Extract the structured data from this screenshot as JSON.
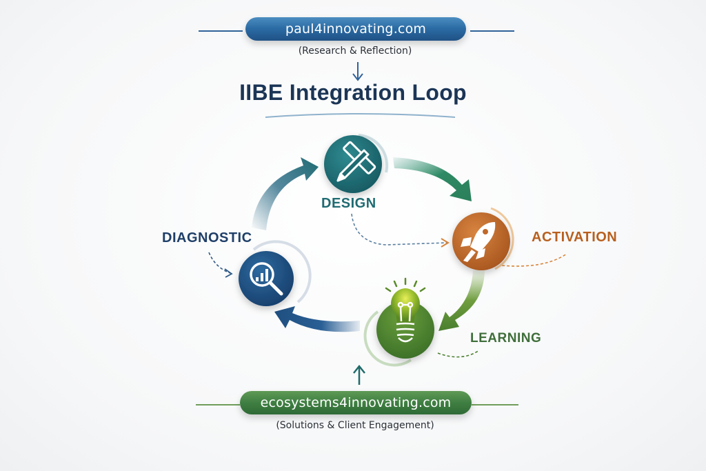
{
  "header": {
    "site_label": "paul4innovating.com",
    "site_subtitle": "(Research & Reflection)",
    "arrow_icon": "arrow-down-icon"
  },
  "title": "IIBE Integration Loop",
  "loop": {
    "stages": [
      {
        "id": "design",
        "label": "DESIGN",
        "icon": "pencil-ruler-icon",
        "color": "#1f6b72"
      },
      {
        "id": "activation",
        "label": "ACTIVATION",
        "icon": "rocket-icon",
        "color": "#c0692a"
      },
      {
        "id": "learning",
        "label": "LEARNING",
        "icon": "lightbulb-icon",
        "color": "#4a7f2e"
      },
      {
        "id": "diagnostic",
        "label": "DIAGNOSTIC",
        "icon": "magnifier-chart-icon",
        "color": "#1f4f80"
      }
    ],
    "flow": [
      "diagnostic",
      "design",
      "activation",
      "learning",
      "diagnostic"
    ]
  },
  "footer": {
    "site_label": "ecosystems4innovating.com",
    "site_subtitle": "(Solutions & Client Engagement)",
    "arrow_icon": "arrow-up-icon"
  },
  "colors": {
    "navy": "#1b3556",
    "blue": "#2a6aa3",
    "teal": "#1f6b72",
    "green_arrow": "#2e8a64",
    "orange": "#c0692a",
    "green": "#4a7f2e"
  }
}
